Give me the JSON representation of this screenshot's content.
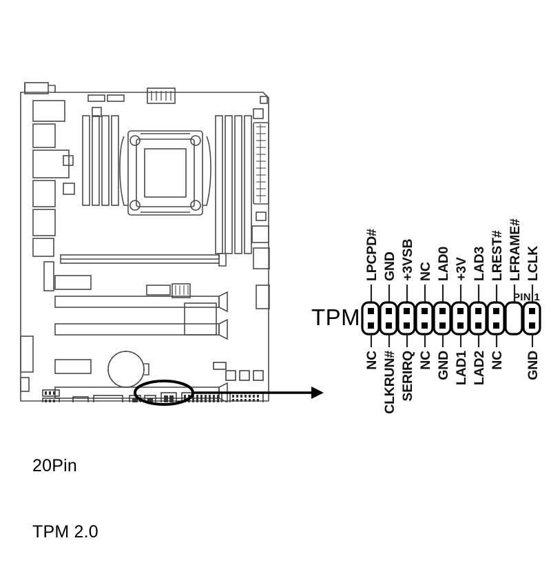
{
  "diagram": {
    "title_label": "TPM",
    "pin1_label": "PIN 1",
    "caption_line1": "20Pin",
    "caption_line2": "TPM 2.0",
    "header_type": "20-1 pin",
    "slot_count": 10,
    "keyed_slot_index": 9,
    "pin_order_note": "PIN 1 at right end",
    "colors": {
      "stroke": "#000000",
      "pin_fill": "#000000",
      "background": "#ffffff",
      "board_outline": "#444444",
      "highlight_ellipse": "#000000"
    },
    "top_row_labels": [
      "LPCPD#",
      "GND",
      "+3VSB",
      "NC",
      "LAD0",
      "+3V",
      "LAD3",
      "LREST#",
      "LFRAME#",
      "LCLK"
    ],
    "bottom_row_labels": [
      "NC",
      "CLKRUN#",
      "SERIRQ",
      "NC",
      "GND",
      "LAD1",
      "LAD2",
      "NC",
      "",
      "GND"
    ],
    "slots": [
      {
        "index": 1,
        "top_pin": true,
        "bottom_pin": true,
        "top_label": "LPCPD#",
        "bottom_label": "NC"
      },
      {
        "index": 2,
        "top_pin": true,
        "bottom_pin": true,
        "top_label": "GND",
        "bottom_label": "CLKRUN#"
      },
      {
        "index": 3,
        "top_pin": true,
        "bottom_pin": true,
        "top_label": "+3VSB",
        "bottom_label": "SERIRQ"
      },
      {
        "index": 4,
        "top_pin": true,
        "bottom_pin": true,
        "top_label": "NC",
        "bottom_label": "NC"
      },
      {
        "index": 5,
        "top_pin": true,
        "bottom_pin": true,
        "top_label": "LAD0",
        "bottom_label": "GND"
      },
      {
        "index": 6,
        "top_pin": true,
        "bottom_pin": true,
        "top_label": "+3V",
        "bottom_label": "LAD1"
      },
      {
        "index": 7,
        "top_pin": true,
        "bottom_pin": true,
        "top_label": "LAD3",
        "bottom_label": "LAD2"
      },
      {
        "index": 8,
        "top_pin": true,
        "bottom_pin": true,
        "top_label": "LREST#",
        "bottom_label": "NC"
      },
      {
        "index": 9,
        "top_pin": false,
        "bottom_pin": false,
        "top_label": "LFRAME#",
        "bottom_label": ""
      },
      {
        "index": 10,
        "top_pin": true,
        "bottom_pin": true,
        "top_label": "LCLK",
        "bottom_label": "GND"
      }
    ]
  },
  "motherboard": {
    "highlight_target": "tpm-header",
    "arrow_direction": "right"
  }
}
